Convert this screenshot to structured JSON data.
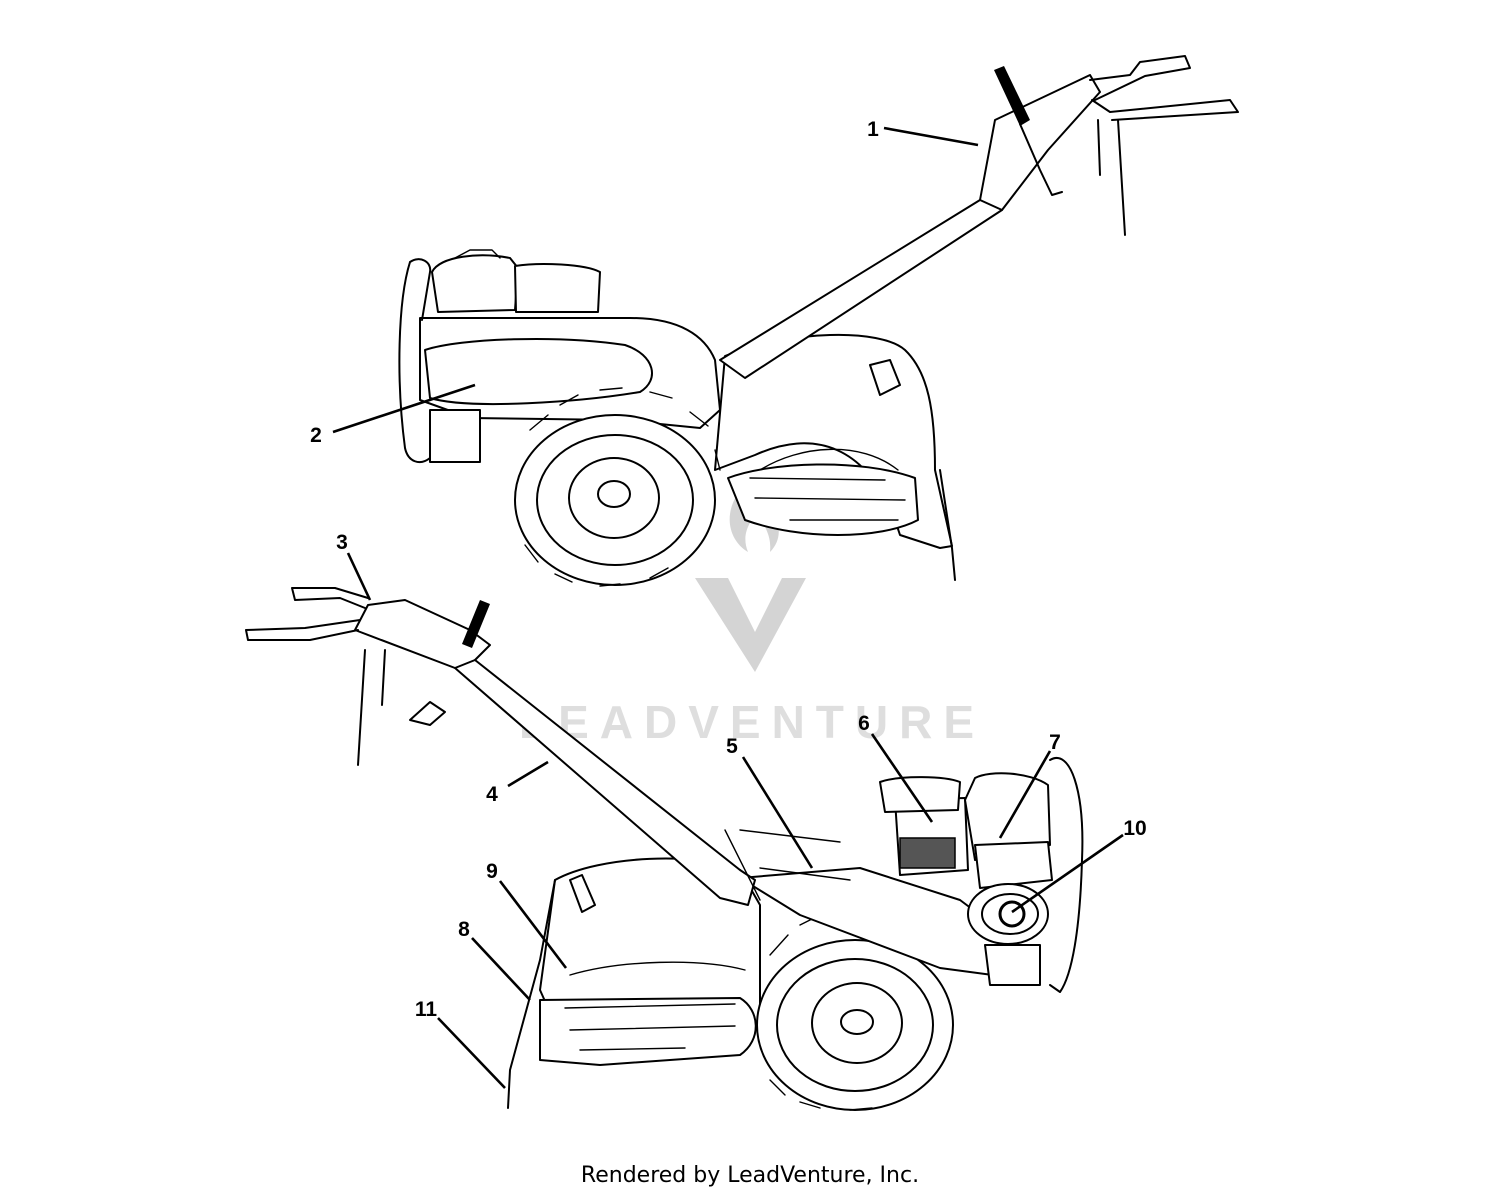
{
  "diagram": {
    "callouts": [
      {
        "id": "1",
        "label": "1"
      },
      {
        "id": "2",
        "label": "2"
      },
      {
        "id": "3",
        "label": "3"
      },
      {
        "id": "4",
        "label": "4"
      },
      {
        "id": "5",
        "label": "5"
      },
      {
        "id": "6",
        "label": "6"
      },
      {
        "id": "7",
        "label": "7"
      },
      {
        "id": "8",
        "label": "8"
      },
      {
        "id": "9",
        "label": "9"
      },
      {
        "id": "10",
        "label": "10"
      },
      {
        "id": "11",
        "label": "11"
      }
    ]
  },
  "watermark": {
    "text": "LEADVENTURE"
  },
  "footer": {
    "text": "Rendered by LeadVenture, Inc."
  }
}
